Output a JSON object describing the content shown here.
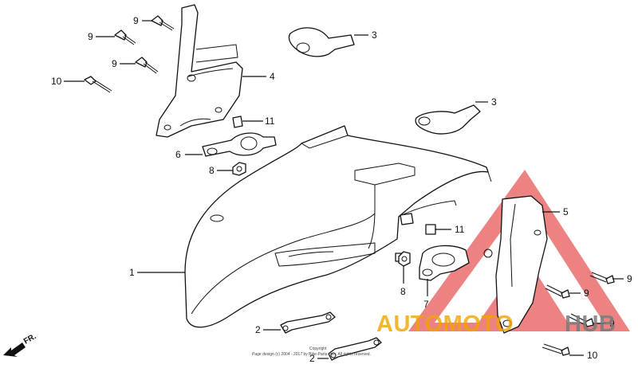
{
  "diagram": {
    "callouts": [
      {
        "id": "c9a",
        "label": "9"
      },
      {
        "id": "c9b",
        "label": "9"
      },
      {
        "id": "c9c",
        "label": "9"
      },
      {
        "id": "c10a",
        "label": "10"
      },
      {
        "id": "c3a",
        "label": "3"
      },
      {
        "id": "c4",
        "label": "4"
      },
      {
        "id": "c3b",
        "label": "3"
      },
      {
        "id": "c11a",
        "label": "11"
      },
      {
        "id": "c6",
        "label": "6"
      },
      {
        "id": "c8a",
        "label": "8"
      },
      {
        "id": "c5",
        "label": "5"
      },
      {
        "id": "c11b",
        "label": "11"
      },
      {
        "id": "c1",
        "label": "1"
      },
      {
        "id": "c9d",
        "label": "9"
      },
      {
        "id": "c9e",
        "label": "9"
      },
      {
        "id": "c8b",
        "label": "8"
      },
      {
        "id": "c7",
        "label": "7"
      },
      {
        "id": "c9f",
        "label": "9"
      },
      {
        "id": "c2a",
        "label": "2"
      },
      {
        "id": "c2b",
        "label": "2"
      },
      {
        "id": "c10b",
        "label": "10"
      }
    ],
    "direction_label": "FR.",
    "copyright": "Copyright",
    "footer": "Page design (c) 2004 - 2017 by Bike-Parts.com. All rights reserved."
  },
  "watermark": {
    "text_part1": "AUTOMOTO",
    "text_part2": "HUB",
    "color_red": "#e23b3b",
    "color_orange": "#f0a400",
    "color_gray": "#7a7a7a"
  }
}
